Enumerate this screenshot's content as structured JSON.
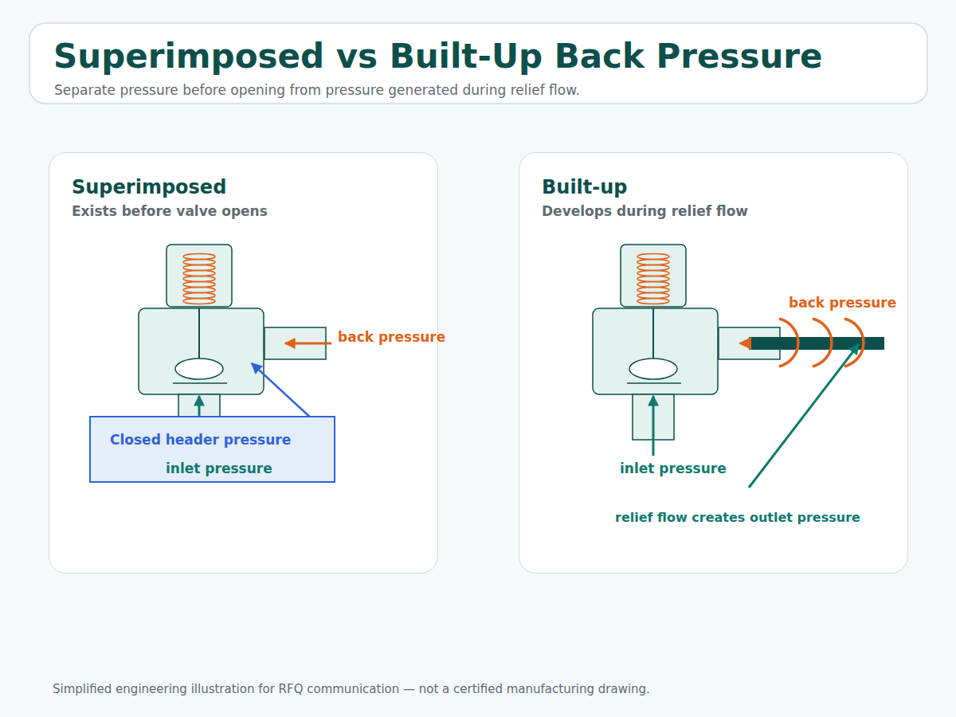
{
  "diagram": {
    "title": "Superimposed vs Built-Up Back Pressure",
    "caption": "Simplified engineering illustration for RFQ communication — not a certified manufacturing drawing.",
    "nodes": [
      {
        "text": [
          "Superimposed",
          "Exists before valve opens"
        ]
      },
      {
        "text": [
          "Closed header pressure"
        ],
        "in": 0
      },
      {
        "text": [
          "Built-up",
          "Develops during relief flow"
        ]
      }
    ],
    "labels": [
      "Separate pressure before opening from pressure generated during relief flow.",
      "back pressure",
      "inlet pressure",
      "back pressure",
      "inlet pressure",
      "relief flow creates outlet pressure"
    ]
  }
}
